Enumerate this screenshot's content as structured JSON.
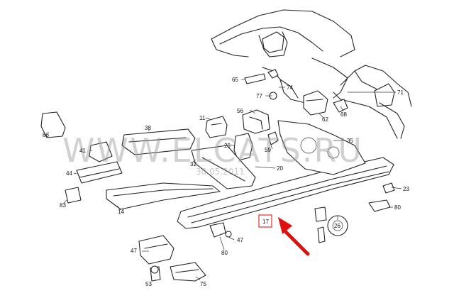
{
  "watermark": {
    "text": "WWW.ELCATS.RU",
    "date": "30.05.2011"
  },
  "highlighted_part": "17",
  "callouts": [
    "65",
    "74",
    "71",
    "77",
    "68",
    "62",
    "56",
    "11",
    "38",
    "86",
    "41",
    "29",
    "59",
    "35",
    "32",
    "20",
    "44",
    "83",
    "14",
    "23",
    "80",
    "17",
    "26",
    "47",
    "53",
    "75"
  ]
}
